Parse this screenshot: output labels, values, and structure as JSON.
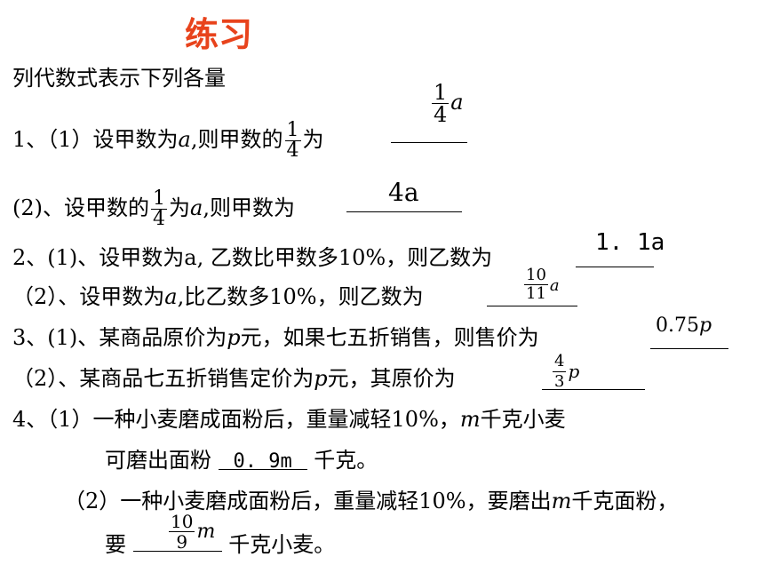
{
  "title": "练习",
  "intro": "列代数式表示下列各量",
  "q1a": {
    "prefix": "1、（1）设甲数为",
    "var": "a",
    "mid": ",则甲数的",
    "frac_num": "1",
    "frac_den": "4",
    "suffix": "为",
    "ans_num": "1",
    "ans_den": "4",
    "ans_var": "a"
  },
  "q1b": {
    "prefix": "(2)、设甲数的",
    "frac_num": "1",
    "frac_den": "4",
    "mid": "为",
    "var": "a",
    "suffix": ",则甲数为",
    "ans": "4a"
  },
  "q2a": {
    "text": "2、(1)、设甲数为a, 乙数比甲数多10%，则乙数为",
    "ans": "1. 1a"
  },
  "q2b": {
    "prefix": "（2）、设甲数为",
    "var": "a",
    "suffix": ",比乙数多10%，则乙数为",
    "ans_num": "10",
    "ans_den": "11",
    "ans_var": "a"
  },
  "q3a": {
    "prefix": "3、(1)、某商品原价为",
    "var": "p",
    "suffix": "元，如果七五折销售，则售价为",
    "ans_num": "0.75",
    "ans_var": "p"
  },
  "q3b": {
    "prefix": "（2）、某商品七五折销售定价为",
    "var": "p",
    "suffix": "元，其原价为",
    "ans_num": "4",
    "ans_den": "3",
    "ans_var": "p"
  },
  "q4a": {
    "prefix": "4、（1）一种小麦磨成面粉后，重量减轻10%，",
    "var": "m",
    "suffix": "千克小麦",
    "line2_prefix": "可磨出面粉",
    "ans": "0. 9m",
    "line2_suffix": "千克。"
  },
  "q4b": {
    "prefix": "（2）一种小麦磨成面粉后，重量减轻10%，要磨出",
    "var": "m",
    "suffix": "千克面粉，",
    "line2_prefix": "要",
    "ans_num": "10",
    "ans_den": "9",
    "ans_var": "m",
    "line2_suffix": "千克小麦。"
  }
}
